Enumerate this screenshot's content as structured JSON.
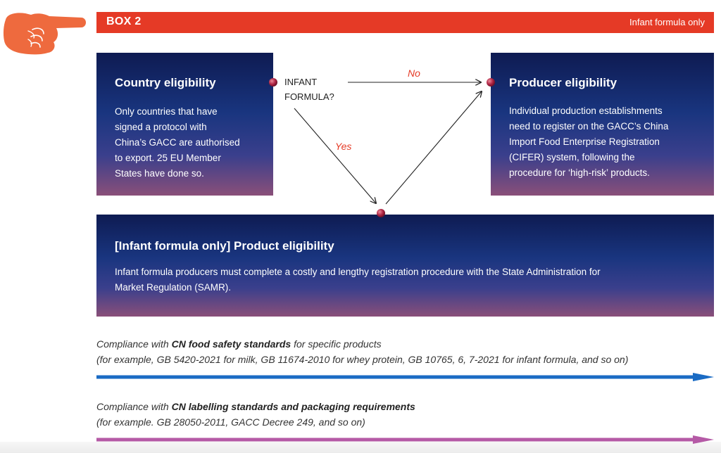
{
  "header": {
    "title": "BOX 2",
    "tag": "Infant formula only"
  },
  "icons": {
    "pointer": "pointing-hand-icon"
  },
  "colors": {
    "accent_red": "#e53a26",
    "box_navy": "#13287a",
    "blue_arrow": "#1a6bc4",
    "purple_arrow": "#b55aa6"
  },
  "question": {
    "line1": "INFANT",
    "line2": "FORMULA?"
  },
  "edges": {
    "no_label": "No",
    "yes_label": "Yes"
  },
  "country": {
    "title": "Country eligibility",
    "lines": [
      "Only countries that have",
      "signed a protocol with",
      "China’s GACC are authorised",
      "to export. 25 EU Member",
      "States have done so."
    ]
  },
  "producer": {
    "title": "Producer eligibility",
    "lines": [
      "Individual production establishments",
      "need to register on the GACC’s China",
      "Import Food Enterprise Registration",
      "(CIFER) system, following the",
      "procedure for ‘high-risk’ products."
    ]
  },
  "product": {
    "title": "[Infant formula only] Product eligibility",
    "lines": [
      "Infant formula producers must complete a costly and lengthy registration procedure with the State Administration for",
      "Market Regulation (SAMR)."
    ]
  },
  "compliance_food": {
    "prefix": "Compliance with ",
    "bold": "CN food safety standards",
    "suffix": " for specific products",
    "example": "(for example, GB 5420-2021 for milk, GB 11674-2010 for whey protein, GB 10765, 6, 7-2021 for infant formula, and so on)"
  },
  "compliance_labelling": {
    "prefix": "Compliance with ",
    "bold": "CN labelling standards and packaging requirements",
    "example": "(for example. GB 28050-2011, GACC Decree 249, and so on)"
  }
}
